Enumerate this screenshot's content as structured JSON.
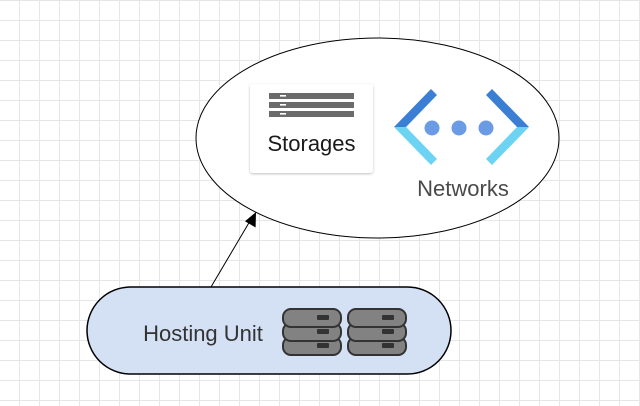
{
  "diagram": {
    "nodes": {
      "cloud": {
        "shape": "ellipse",
        "contains": [
          "storages",
          "networks"
        ]
      },
      "storages": {
        "label": "Storages",
        "icon": "storage-rack-icon"
      },
      "networks": {
        "label": "Networks",
        "icon": "network-brackets-icon"
      },
      "hosting_unit": {
        "label": "Hosting Unit",
        "icon": "server-stack-icon",
        "fill_color": "#d4e1f5"
      }
    },
    "edges": [
      {
        "from": "hosting_unit",
        "to": "cloud",
        "arrow": "end"
      }
    ],
    "colors": {
      "network_dark_blue": "#3b7fd4",
      "network_light_blue": "#6dd3f3",
      "storage_gray": "#6b6b6b",
      "server_gray": "#828282",
      "hosting_fill": "#d4e1f5"
    }
  }
}
